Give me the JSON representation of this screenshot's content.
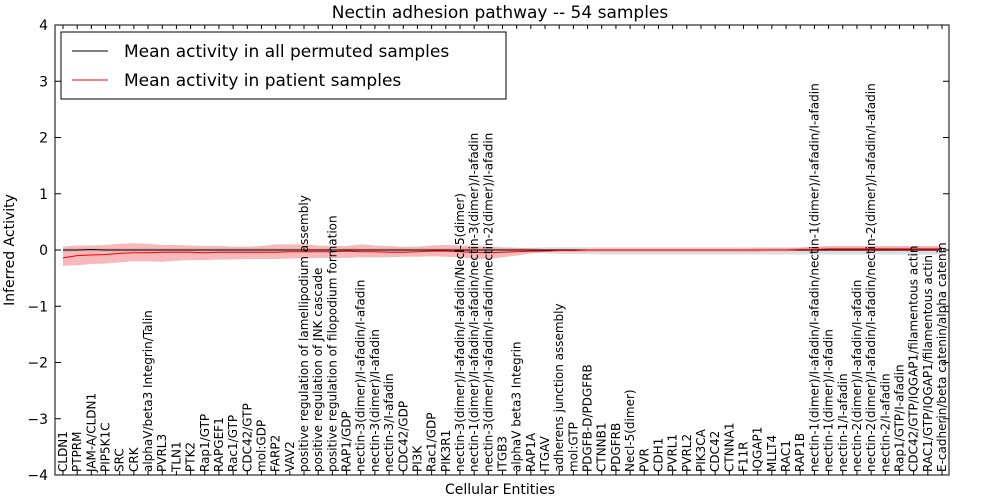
{
  "chart_data": {
    "type": "line",
    "title": "Nectin adhesion pathway -- 54 samples",
    "xlabel": "Cellular Entities",
    "ylabel": "Inferred Activity",
    "ylim": [
      -4,
      4
    ],
    "yticks": [
      -4,
      -3,
      -2,
      -1,
      0,
      1,
      2,
      3,
      4
    ],
    "ytick_labels": [
      "−4",
      "−3",
      "−2",
      "−1",
      "0",
      "1",
      "2",
      "3",
      "4"
    ],
    "grid": false,
    "legend_position": "upper-left",
    "categories": [
      "CLDN1",
      "PTPRM",
      "JAM-A/CLDN1",
      "PIP5K1C",
      "SRC",
      "CRK",
      "alphaV/beta3 Integrin/Talin",
      "PVRL3",
      "TLN1",
      "PTK2",
      "Rap1/GTP",
      "RAPGEF1",
      "Rac1/GTP",
      "CDC42/GTP",
      "mol:GDP",
      "FARP2",
      "VAV2",
      "positive regulation of lamellipodium assembly",
      "positive regulation of JNK cascade",
      "positive regulation of filopodium formation",
      "RAP1/GDP",
      "nectin-3(dimer)/I-afadin/I-afadin",
      "nectin-3(dimer)/I-afadin",
      "nectin-3/I-afadin",
      "CDC42/GDP",
      "PI3K",
      "Rac1/GDP",
      "PIK3R1",
      "nectin-3(dimer)/I-afadin/I-afadin/Necl-5(dimer)",
      "nectin-1(dimer)/I-afadin/I-afadin/nectin-3(dimer)/I-afadin",
      "nectin-3(dimer)/I-afadin/I-afadin/nectin-2(dimer)/I-afadin",
      "ITGB3",
      "alphaV beta3 Integrin",
      "RAP1A",
      "ITGAV",
      "adherens junction assembly",
      "mol:GTP",
      "PDGFB-D/PDGFRB",
      "CTNNB1",
      "PDGFRB",
      "Necl-5(dimer)",
      "PVR",
      "CDH1",
      "PVRL1",
      "PVRL2",
      "PIK3CA",
      "CDC42",
      "CTNNA1",
      "F11R",
      "IQGAP1",
      "MLLT4",
      "RAC1",
      "RAP1B",
      "nectin-1(dimer)/I-afadin/I-afadin/nectin-1(dimer)/I-afadin/I-afadin",
      "nectin-1(dimer)/I-afadin",
      "nectin-1/I-afadin",
      "nectin-2(dimer)/I-afadin/I-afadin",
      "nectin-2(dimer)/I-afadin/I-afadin/nectin-2(dimer)/I-afadin/I-afadin",
      "nectin-2/I-afadin",
      "Rap1/GTP/I-afadin",
      "CDC42/GTP/IQGAP1/filamentous actin",
      "RAC1/GTP/IQGAP1/filamentous actin",
      "E-cadherin/beta catenin/alpha catenin"
    ],
    "series": [
      {
        "name": "Mean activity in all permuted samples",
        "color": "#000000",
        "values": [
          0.0,
          0.0,
          0.01,
          0.0,
          0.0,
          0.0,
          0.0,
          0.0,
          0.0,
          0.0,
          0.0,
          0.0,
          0.0,
          0.0,
          0.0,
          0.0,
          0.0,
          0.0,
          0.0,
          0.0,
          0.0,
          0.0,
          0.0,
          0.0,
          0.0,
          0.0,
          0.0,
          0.0,
          0.0,
          0.0,
          0.0,
          0.0,
          0.0,
          0.0,
          0.0,
          0.0,
          0.0,
          0.0,
          0.0,
          0.0,
          0.0,
          0.0,
          0.0,
          0.0,
          0.0,
          0.0,
          0.0,
          0.0,
          0.0,
          0.0,
          0.0,
          0.0,
          0.0,
          0.0,
          0.0,
          0.0,
          0.0,
          0.0,
          0.0,
          0.0,
          0.0,
          0.0,
          0.0
        ],
        "lower": [
          -0.03,
          -0.03,
          -0.03,
          -0.03,
          -0.03,
          -0.03,
          -0.03,
          -0.03,
          -0.03,
          -0.03,
          -0.03,
          -0.03,
          -0.03,
          -0.03,
          -0.03,
          -0.03,
          -0.03,
          -0.03,
          -0.03,
          -0.03,
          -0.03,
          -0.03,
          -0.03,
          -0.03,
          -0.03,
          -0.03,
          -0.03,
          -0.03,
          -0.03,
          -0.03,
          -0.03,
          -0.03,
          -0.03,
          -0.05,
          -0.06,
          -0.07,
          -0.07,
          -0.07,
          -0.08,
          -0.08,
          -0.08,
          -0.08,
          -0.08,
          -0.08,
          -0.08,
          -0.08,
          -0.08,
          -0.08,
          -0.08,
          -0.08,
          -0.08,
          -0.08,
          -0.08,
          -0.08,
          -0.08,
          -0.08,
          -0.08,
          -0.08,
          -0.08,
          -0.08,
          -0.08,
          -0.08,
          -0.08
        ],
        "upper": [
          0.03,
          0.03,
          0.03,
          0.03,
          0.03,
          0.03,
          0.03,
          0.03,
          0.03,
          0.03,
          0.03,
          0.03,
          0.03,
          0.03,
          0.03,
          0.03,
          0.03,
          0.03,
          0.03,
          0.03,
          0.03,
          0.03,
          0.03,
          0.03,
          0.03,
          0.03,
          0.03,
          0.03,
          0.03,
          0.03,
          0.03,
          0.03,
          0.03,
          0.04,
          0.05,
          0.05,
          0.05,
          0.05,
          0.05,
          0.05,
          0.05,
          0.05,
          0.05,
          0.05,
          0.05,
          0.05,
          0.05,
          0.05,
          0.05,
          0.05,
          0.05,
          0.05,
          0.05,
          0.05,
          0.05,
          0.05,
          0.05,
          0.05,
          0.05,
          0.05,
          0.05,
          0.05,
          0.05
        ]
      },
      {
        "name": "Mean activity in patient samples",
        "color": "#ff0000",
        "band_color": "#f08080",
        "values": [
          -0.14,
          -0.1,
          -0.09,
          -0.08,
          -0.06,
          -0.05,
          -0.05,
          -0.04,
          -0.04,
          -0.04,
          -0.05,
          -0.04,
          -0.04,
          -0.04,
          -0.04,
          -0.04,
          -0.03,
          -0.03,
          -0.03,
          -0.03,
          -0.02,
          -0.03,
          -0.03,
          -0.04,
          -0.04,
          -0.03,
          -0.02,
          -0.02,
          -0.03,
          -0.04,
          -0.05,
          -0.04,
          -0.03,
          -0.02,
          -0.02,
          -0.01,
          -0.01,
          0.0,
          0.0,
          0.0,
          0.0,
          0.0,
          0.0,
          0.0,
          0.0,
          0.0,
          0.0,
          0.0,
          0.0,
          0.0,
          0.0,
          0.0,
          0.01,
          0.01,
          0.02,
          0.02,
          0.02,
          0.02,
          0.02,
          0.02,
          0.02,
          0.02,
          0.02
        ],
        "lower": [
          -0.28,
          -0.27,
          -0.25,
          -0.24,
          -0.22,
          -0.2,
          -0.2,
          -0.21,
          -0.19,
          -0.18,
          -0.18,
          -0.17,
          -0.17,
          -0.16,
          -0.16,
          -0.16,
          -0.15,
          -0.15,
          -0.14,
          -0.14,
          -0.14,
          -0.13,
          -0.13,
          -0.13,
          -0.12,
          -0.12,
          -0.11,
          -0.12,
          -0.13,
          -0.15,
          -0.16,
          -0.13,
          -0.1,
          -0.06,
          -0.03,
          -0.03,
          -0.03,
          -0.03,
          -0.03,
          -0.03,
          -0.03,
          -0.03,
          -0.03,
          -0.03,
          -0.03,
          -0.03,
          -0.03,
          -0.03,
          -0.03,
          -0.03,
          -0.02,
          -0.02,
          -0.02,
          -0.02,
          -0.02,
          -0.02,
          -0.02,
          -0.02,
          -0.02,
          -0.02,
          -0.02,
          -0.02,
          -0.02
        ],
        "upper": [
          0.06,
          0.08,
          0.08,
          0.09,
          0.11,
          0.12,
          0.11,
          0.09,
          0.09,
          0.08,
          0.07,
          0.07,
          0.06,
          0.06,
          0.07,
          0.1,
          0.1,
          0.1,
          0.08,
          0.07,
          0.07,
          0.1,
          0.08,
          0.07,
          0.06,
          0.06,
          0.08,
          0.09,
          0.08,
          0.07,
          0.06,
          0.05,
          0.04,
          0.03,
          0.02,
          0.02,
          0.02,
          0.02,
          0.02,
          0.02,
          0.02,
          0.02,
          0.02,
          0.02,
          0.02,
          0.02,
          0.02,
          0.02,
          0.02,
          0.03,
          0.03,
          0.03,
          0.04,
          0.06,
          0.07,
          0.07,
          0.07,
          0.07,
          0.07,
          0.07,
          0.07,
          0.07,
          0.07
        ]
      }
    ]
  }
}
